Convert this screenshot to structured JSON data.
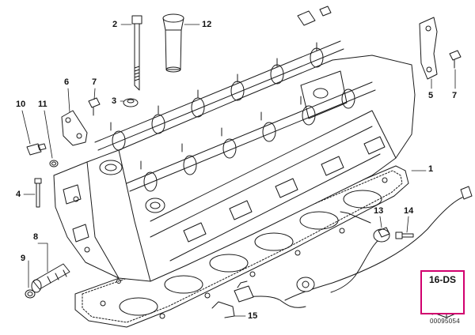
{
  "callouts": {
    "n1": "1",
    "n2": "2",
    "n3": "3",
    "n4": "4",
    "n5": "5",
    "n6": "6",
    "n7a": "7",
    "n7b": "7",
    "n8": "8",
    "n9": "9",
    "n10": "10",
    "n11": "11",
    "n12": "12",
    "n13": "13",
    "n14": "14",
    "n15": "15"
  },
  "kit": {
    "label": "16-DS",
    "border_color": "#d1006e",
    "icon": "parts-kit-box-icon"
  },
  "reference_number": "00095054",
  "colors": {
    "line": "#1a1a1a",
    "background": "#ffffff",
    "highlight": "#d1006e"
  }
}
